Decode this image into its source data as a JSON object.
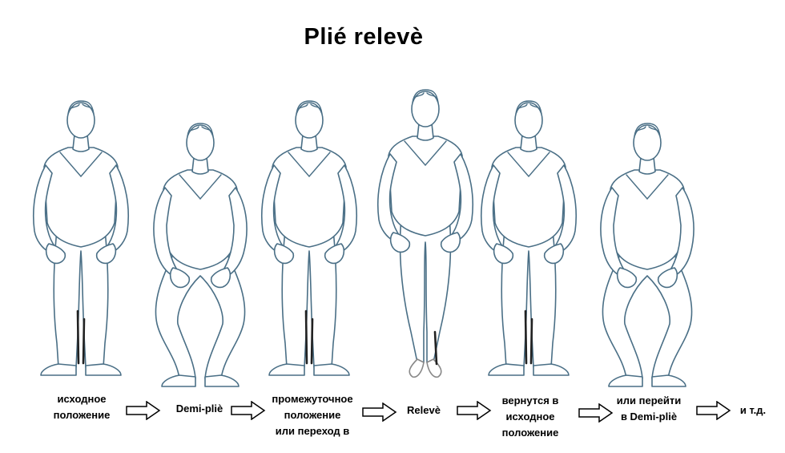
{
  "title": "Plié relevè",
  "steps": [
    {
      "lines": [
        "исходное",
        "положение"
      ]
    },
    {
      "lines": [
        "Demi-pliè"
      ]
    },
    {
      "lines": [
        "промежуточное",
        "положение",
        "или переход в"
      ]
    },
    {
      "lines": [
        "Relevè"
      ]
    },
    {
      "lines": [
        "вернутся в",
        "исходное",
        "положение"
      ]
    },
    {
      "lines": [
        "или перейти",
        "в  Demi-pliè"
      ]
    },
    {
      "lines": [
        "и т.д."
      ]
    }
  ],
  "figures": [
    {
      "pose": "standing",
      "label": "figure-start-position"
    },
    {
      "pose": "demi-plie",
      "label": "figure-demi-plie"
    },
    {
      "pose": "standing",
      "label": "figure-intermediate"
    },
    {
      "pose": "releve",
      "label": "figure-releve"
    },
    {
      "pose": "standing",
      "label": "figure-return"
    },
    {
      "pose": "demi-plie",
      "label": "figure-demi-plie-again"
    }
  ],
  "colors": {
    "outline": "#4a6f86",
    "text": "#000000"
  },
  "arrow_icon": "right-hollow-arrow-icon"
}
